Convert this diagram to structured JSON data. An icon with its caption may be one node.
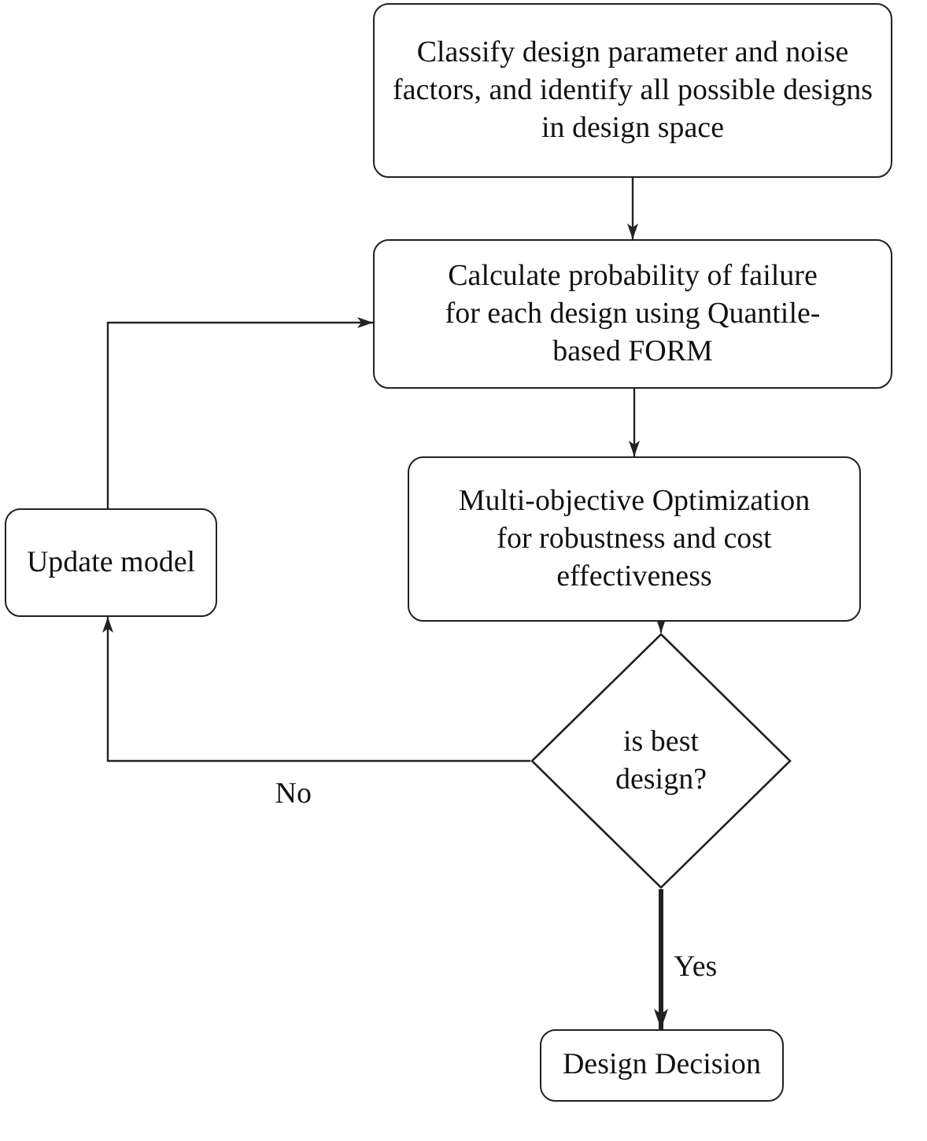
{
  "diagram": {
    "nodes": [
      {
        "text": [
          "Classify design parameter and noise factors, and identify all possible designs in design space"
        ]
      },
      {
        "text": [
          "Calculate probability of failure for each design using Quantile-based FORM"
        ]
      },
      {
        "text": [
          "Multi-objective Optimization for robustness and cost effectiveness"
        ]
      },
      {
        "text": [
          "Update model"
        ]
      },
      {
        "text": [
          "is best design?"
        ]
      },
      {
        "text": [
          "Design Decision"
        ]
      }
    ],
    "edges": [
      {
        "from": 0,
        "to": 1,
        "arrow": "to"
      },
      {
        "from": 1,
        "to": 2,
        "arrow": "to"
      },
      {
        "from": 2,
        "to": 4,
        "arrow": "to"
      },
      {
        "from": 4,
        "to": 5,
        "arrow": "to",
        "label": "Yes",
        "style": "thick"
      },
      {
        "from": 4,
        "to": 3,
        "arrow": "to",
        "label": "No"
      },
      {
        "from": 3,
        "to": 1,
        "arrow": "to"
      }
    ]
  }
}
